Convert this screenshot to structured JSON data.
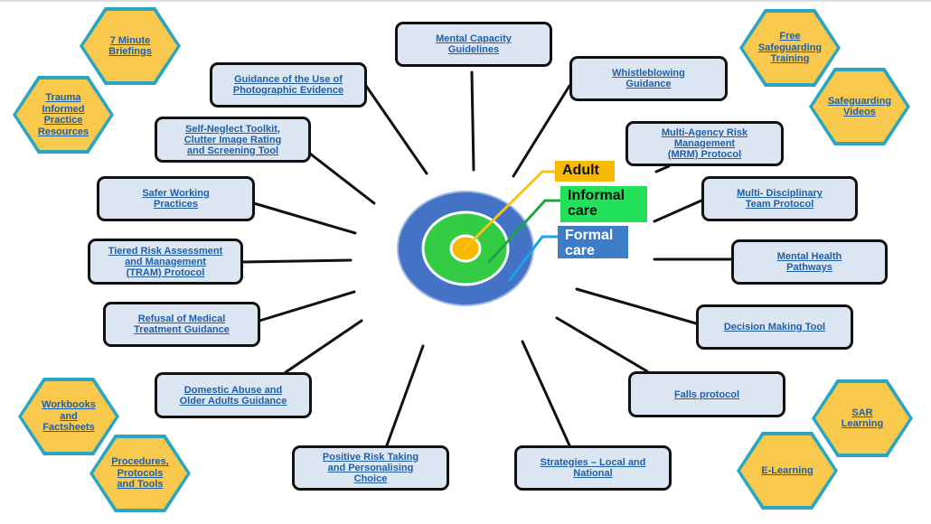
{
  "center": {
    "labels": [
      {
        "text": "Adult",
        "color": "#f9b900",
        "text_color": "#111111"
      },
      {
        "text": "Informal\ncare",
        "color": "#22e05a",
        "text_color": "#111111"
      },
      {
        "text": "Formal\ncare",
        "color": "#3d7dc8",
        "text_color": "#ffffff"
      }
    ],
    "rings": {
      "outer": "#4472c4",
      "middle": "#33cc44",
      "inner": "#f9b900"
    }
  },
  "boxes": [
    {
      "id": "mental-capacity",
      "text": "Mental Capacity\nGuidelines"
    },
    {
      "id": "photographic-evidence",
      "text": "Guidance of the Use of\nPhotographic Evidence"
    },
    {
      "id": "whistleblowing",
      "text": "Whistleblowing\nGuidance"
    },
    {
      "id": "self-neglect",
      "text": "Self-Neglect Toolkit,\nClutter Image Rating\nand Screening Tool"
    },
    {
      "id": "mrm-protocol",
      "text": "Multi-Agency Risk\nManagement\n(MRM) Protocol"
    },
    {
      "id": "safer-working",
      "text": "Safer Working\nPractices"
    },
    {
      "id": "mdt-protocol",
      "text": "Multi- Disciplinary\nTeam Protocol"
    },
    {
      "id": "tram-protocol",
      "text": "Tiered Risk Assessment\nand Management\n(TRAM) Protocol"
    },
    {
      "id": "mental-health",
      "text": "Mental Health\nPathways"
    },
    {
      "id": "refusal-medical",
      "text": "Refusal of Medical\nTreatment Guidance"
    },
    {
      "id": "decision-making",
      "text": "Decision Making Tool"
    },
    {
      "id": "domestic-abuse",
      "text": "Domestic Abuse and\nOlder Adults Guidance"
    },
    {
      "id": "falls",
      "text": "Falls protocol"
    },
    {
      "id": "positive-risk",
      "text": "Positive Risk Taking\nand Personalising\nChoice"
    },
    {
      "id": "strategies",
      "text": "Strategies – Local and\nNational"
    }
  ],
  "hexagons": [
    {
      "id": "7-minute-briefings",
      "text": "7 Minute\nBriefings"
    },
    {
      "id": "trauma-informed",
      "text": "Trauma\nInformed\nPractice\nResources"
    },
    {
      "id": "free-training",
      "text": "Free\nSafeguarding\nTraining"
    },
    {
      "id": "safeguarding-videos",
      "text": "Safeguarding\nVideos"
    },
    {
      "id": "workbooks",
      "text": "Workbooks\nand\nFactsheets"
    },
    {
      "id": "procedures",
      "text": "Procedures,\nProtocols\nand Tools"
    },
    {
      "id": "sar-learning",
      "text": "SAR\nLearning"
    },
    {
      "id": "e-learning",
      "text": "E-Learning"
    }
  ]
}
